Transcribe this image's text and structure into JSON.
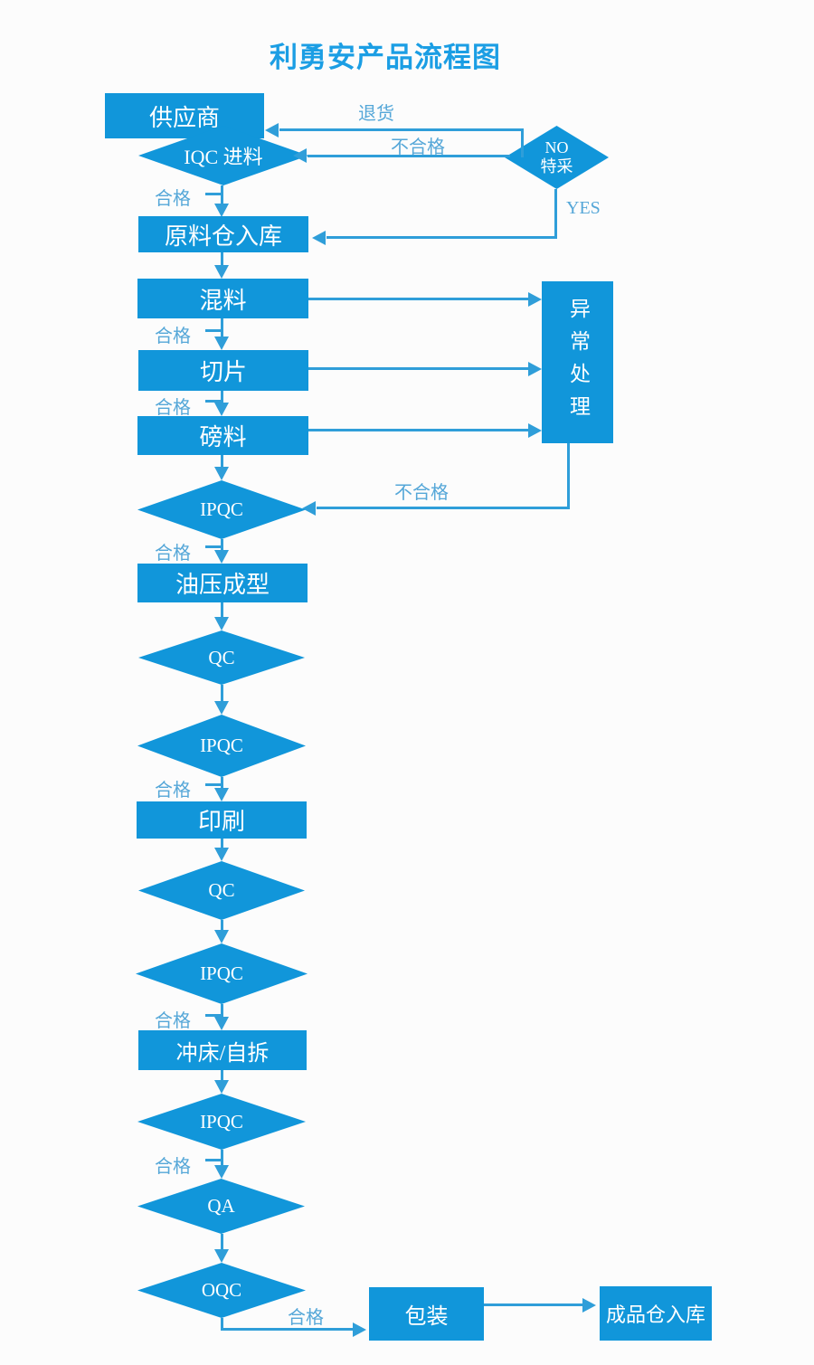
{
  "title": "利勇安产品流程图",
  "colors": {
    "shape": "#1196da",
    "line": "#2f9ed9",
    "label": "#55a7d8",
    "title": "#1b9ee4",
    "background": "#fcfcfc",
    "node_text": "#ffffff"
  },
  "nodes": {
    "supplier": "供应商",
    "iqc": "IQC  进料",
    "special_no": "NO",
    "special_cai": "特采",
    "raw_warehouse": "原料仓入库",
    "mixing": "混料",
    "slicing": "切片",
    "weighing": "磅料",
    "exception": "异常处理",
    "ipqc1": "IPQC",
    "hydraulic": "油压成型",
    "qc1": "QC",
    "ipqc2": "IPQC",
    "printing": "印刷",
    "qc2": "QC",
    "ipqc3": "IPQC",
    "punching": "冲床/自拆",
    "ipqc4": "IPQC",
    "qa": "QA",
    "oqc": "OQC",
    "packing": "包装",
    "finished_warehouse": "成品仓入库"
  },
  "labels": {
    "pass": "合格",
    "fail": "不合格",
    "return_goods": "退货",
    "yes": "YES"
  },
  "edges": [
    {
      "from": "供应商",
      "to": "IQC 进料"
    },
    {
      "from": "IQC 进料",
      "to": "原料仓入库",
      "label": "合格"
    },
    {
      "from": "IQC 进料",
      "to": "NO 特采",
      "label": "不合格"
    },
    {
      "from": "NO 特采",
      "to": "供应商",
      "label": "退货"
    },
    {
      "from": "NO 特采",
      "to": "原料仓入库",
      "label": "YES"
    },
    {
      "from": "原料仓入库",
      "to": "混料"
    },
    {
      "from": "混料",
      "to": "异常处理"
    },
    {
      "from": "混料",
      "to": "切片",
      "label": "合格"
    },
    {
      "from": "切片",
      "to": "异常处理"
    },
    {
      "from": "切片",
      "to": "磅料",
      "label": "合格"
    },
    {
      "from": "磅料",
      "to": "异常处理"
    },
    {
      "from": "磅料",
      "to": "IPQC"
    },
    {
      "from": "IPQC",
      "to": "异常处理",
      "label": "不合格"
    },
    {
      "from": "IPQC",
      "to": "油压成型",
      "label": "合格"
    },
    {
      "from": "油压成型",
      "to": "QC"
    },
    {
      "from": "QC",
      "to": "IPQC"
    },
    {
      "from": "IPQC",
      "to": "印刷",
      "label": "合格"
    },
    {
      "from": "印刷",
      "to": "QC"
    },
    {
      "from": "QC",
      "to": "IPQC"
    },
    {
      "from": "IPQC",
      "to": "冲床/自拆",
      "label": "合格"
    },
    {
      "from": "冲床/自拆",
      "to": "IPQC"
    },
    {
      "from": "IPQC",
      "to": "QA",
      "label": "合格"
    },
    {
      "from": "QA",
      "to": "OQC"
    },
    {
      "from": "OQC",
      "to": "包装",
      "label": "合格"
    },
    {
      "from": "包装",
      "to": "成品仓入库"
    }
  ]
}
